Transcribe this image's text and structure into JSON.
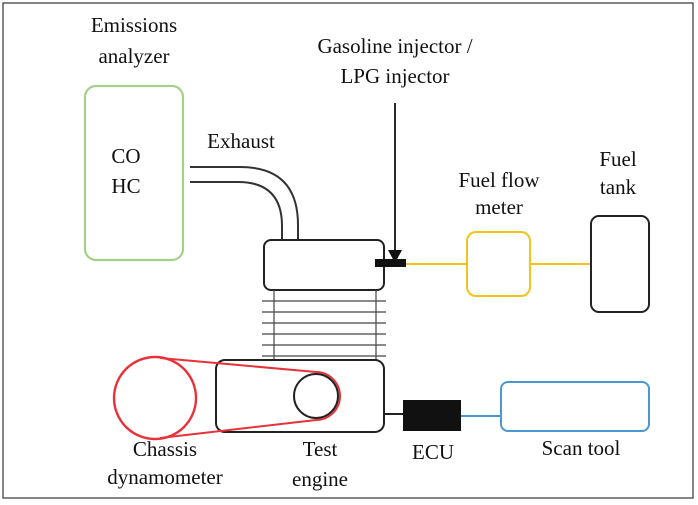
{
  "labels": {
    "emissions_analyzer": [
      "Emissions",
      "analyzer"
    ],
    "analyzer_gases": [
      "CO",
      "HC"
    ],
    "exhaust": "Exhaust",
    "injector": [
      "Gasoline injector /",
      "LPG injector"
    ],
    "fuel_flow_meter": [
      "Fuel flow",
      "meter"
    ],
    "fuel_tank": [
      "Fuel",
      "tank"
    ],
    "chassis_dynamometer": [
      "Chassis",
      "dynamometer"
    ],
    "test_engine": [
      "Test",
      "engine"
    ],
    "ecu": "ECU",
    "scan_tool": "Scan tool"
  },
  "colors": {
    "analyzer": "#a6cf8a",
    "fuel_line": "#f2c31c",
    "belt": "#e8323a",
    "scan_link": "#4d97d0",
    "ecu": "#111111",
    "outline": "#222222"
  }
}
